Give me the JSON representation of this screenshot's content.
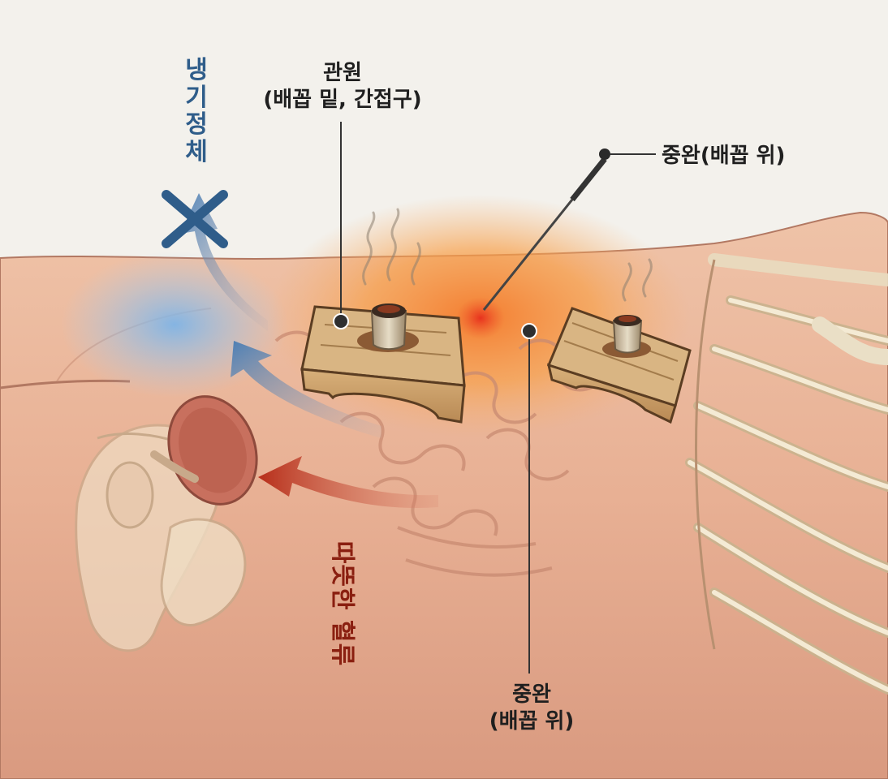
{
  "labels": {
    "gwanwon_title": "관원",
    "gwanwon_sub": "(배꼽 밑, 간접구)",
    "jungwan_top": "중완(배꼽 위)",
    "jungwan_bottom_title": "중완",
    "jungwan_bottom_sub": "(배꼽 위)",
    "cold_stagnation": [
      "냉",
      "기",
      "정",
      "체"
    ],
    "warm_flow": "따뜻한 혈류"
  },
  "colors": {
    "cold": "#2f5d8a",
    "warm": "#8a1f10",
    "skin": "#e8b49a",
    "wood": "#c9a068",
    "bone": "#efe3c8",
    "heat": "#f58a3a",
    "background": "#f3f1ec"
  },
  "icons": {
    "cross": "x-mark-icon",
    "needle": "acupuncture-needle-icon",
    "moxa": "moxa-cone-icon"
  }
}
